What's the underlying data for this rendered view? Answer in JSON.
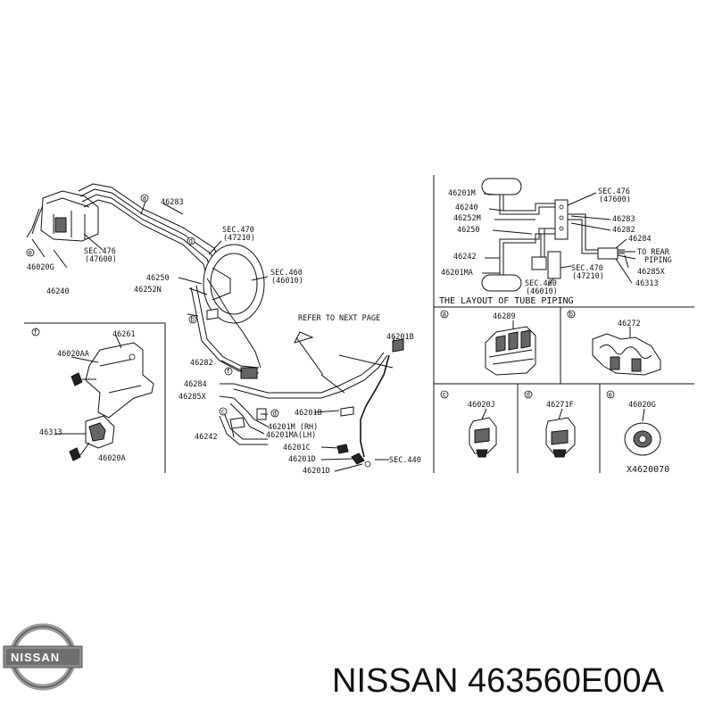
{
  "title": "NISSAN 463560E00A",
  "brand": "NISSAN",
  "diagram_code": "X4620070",
  "main": {
    "refer_note": "REFER TO NEXT PAGE",
    "labels": {
      "l46283": "46283",
      "l46240": "46240",
      "l46020G": "46020G",
      "sec476a": "SEC.476",
      "sec476b": "(47600)",
      "sec470a": "SEC.470",
      "sec470b": "(47210)",
      "sec460a": "SEC.460",
      "sec460b": "(46010)",
      "l46250": "46250",
      "l46252N": "46252N",
      "l46201B_top": "46201B",
      "l46282": "46282",
      "l46284": "46284",
      "l46285X": "46285X",
      "l46201B": "46201B",
      "l46242": "46242",
      "l46201M": "46201M (RH)",
      "l46201MA": "46201MA(LH)",
      "l46201C": "46201C",
      "l46201D1": "46201D",
      "l46201D2": "46201D",
      "sec440": "SEC.440"
    },
    "markers": {
      "a": "a",
      "b": "b",
      "c": "c",
      "d": "d",
      "e": "e",
      "f": "f"
    }
  },
  "detail_f": {
    "marker": "f",
    "labels": {
      "l46261": "46261",
      "l46020AA": "46020AA",
      "l46313": "46313",
      "l46020A": "46020A"
    }
  },
  "layout": {
    "caption": "THE LAYOUT OF TUBE PIPING",
    "labels": {
      "l46201M": "46201M",
      "l46240": "46240",
      "l46252M": "46252M",
      "l46250": "46250",
      "l46242": "46242",
      "l46201MA": "46201MA",
      "sec476a": "SEC.476",
      "sec476b": "(47600)",
      "l46283": "46283",
      "l46282": "46282",
      "l46284": "46284",
      "torear1": "TO REAR",
      "torear2": "PIPING",
      "l46285X": "46285X",
      "l46313": "46313",
      "sec470a": "SEC.470",
      "sec470b": "(47210)",
      "sec460a": "SEC.460",
      "sec460b": "(46010)"
    }
  },
  "details": [
    {
      "marker": "a",
      "label": "46289"
    },
    {
      "marker": "b",
      "label": "46272"
    },
    {
      "marker": "c",
      "label": "46020J"
    },
    {
      "marker": "d",
      "label": "46271F"
    },
    {
      "marker": "e",
      "label": "46020G"
    }
  ]
}
